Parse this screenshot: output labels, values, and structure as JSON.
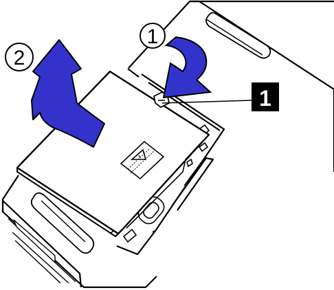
{
  "diagram": {
    "step_1": "1",
    "step_2": "2",
    "callout_1": "1"
  },
  "colors": {
    "line": "#000000",
    "background": "#ffffff",
    "arrow_fill": "#3333cc",
    "callout_bg": "#000000",
    "callout_text": "#ffffff"
  }
}
